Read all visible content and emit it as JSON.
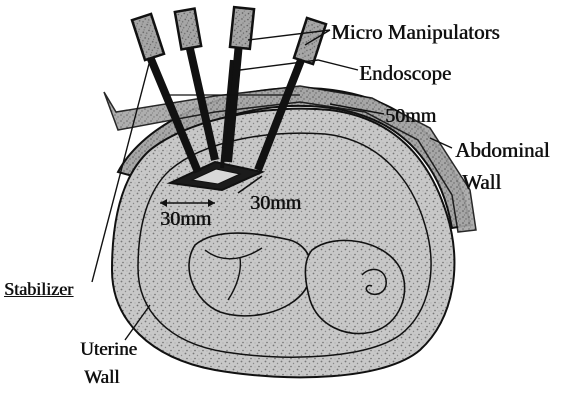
{
  "labels": {
    "micro_manipulators": "Micro Manipulators",
    "endoscope": "Endoscope",
    "dim_50": "50mm",
    "abdominal_line1": "Abdominal",
    "abdominal_line2": "Wall",
    "dim_30_right": "30mm",
    "dim_30_left": "30mm",
    "stabilizer": "Stabilizer",
    "uterine_line1": "Uterine",
    "uterine_line2": "Wall"
  },
  "colors": {
    "ink": "#111111",
    "tissue_fill": "#bdbdbd",
    "wall_fill": "#a9a9a9",
    "background": "#ffffff"
  },
  "icons": [
    "instrument-tip-icon"
  ]
}
